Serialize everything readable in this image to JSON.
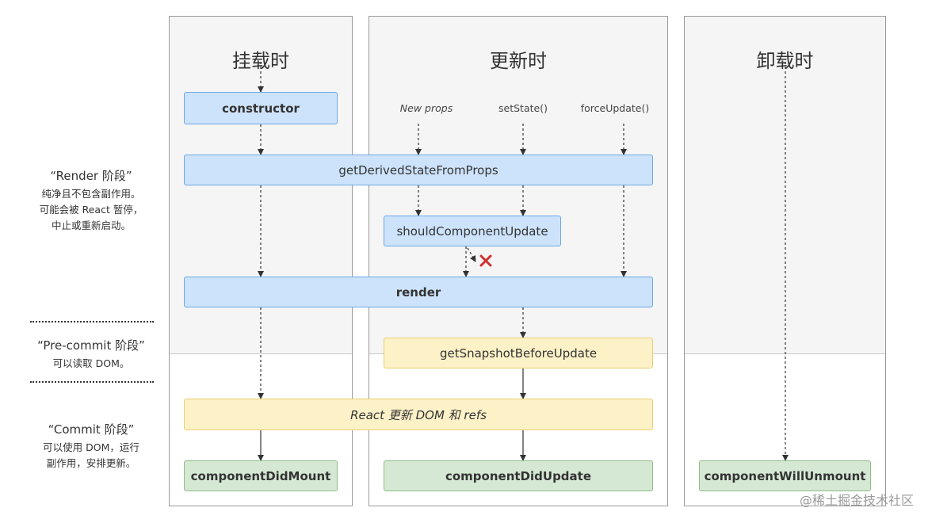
{
  "phases": {
    "mount": "挂载时",
    "update": "更新时",
    "unmount": "卸载时"
  },
  "triggers": {
    "new_props": "New props",
    "set_state": "setState()",
    "force_update": "forceUpdate()"
  },
  "methods": {
    "constructor": "constructor",
    "get_derived_state": "getDerivedStateFromProps",
    "should_component_update": "shouldComponentUpdate",
    "render": "render",
    "get_snapshot": "getSnapshotBeforeUpdate",
    "react_update_dom": "React 更新 DOM 和 refs",
    "did_mount": "componentDidMount",
    "did_update": "componentDidUpdate",
    "will_unmount": "componentWillUnmount"
  },
  "stages": {
    "render_title": "“Render 阶段”",
    "render_desc_1": "纯净且不包含副作用。",
    "render_desc_2": "可能会被 React 暂停，",
    "render_desc_3": "中止或重新启动。",
    "precommit_title": "“Pre-commit 阶段”",
    "precommit_desc_1": "可以读取 DOM。",
    "commit_title": "“Commit 阶段”",
    "commit_desc_1": "可以使用 DOM，运行",
    "commit_desc_2": "副作用，安排更新。"
  },
  "watermark": "@稀土掘金技术社区",
  "colors": {
    "render_phase_bg": "#f5f5f5",
    "blue_fill": "#cde3fb",
    "blue_border": "#6fa8e3",
    "yellow_fill": "#fdf1c8",
    "yellow_border": "#e8cf72",
    "green_fill": "#d5e8d4",
    "green_border": "#8fbd83",
    "cross": "#d32f2f"
  }
}
